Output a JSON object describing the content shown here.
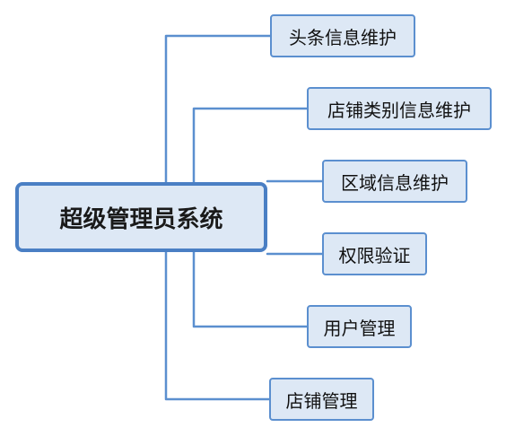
{
  "diagram": {
    "root": {
      "label": "超级管理员系统"
    },
    "children": [
      {
        "label": "头条信息维护"
      },
      {
        "label": "店铺类别信息维护"
      },
      {
        "label": "区域信息维护"
      },
      {
        "label": "权限验证"
      },
      {
        "label": "用户管理"
      },
      {
        "label": "店铺管理"
      }
    ]
  },
  "colors": {
    "node_fill": "#dde8f5",
    "node_border": "#5b8fcf",
    "connector": "#5b8fcf"
  }
}
